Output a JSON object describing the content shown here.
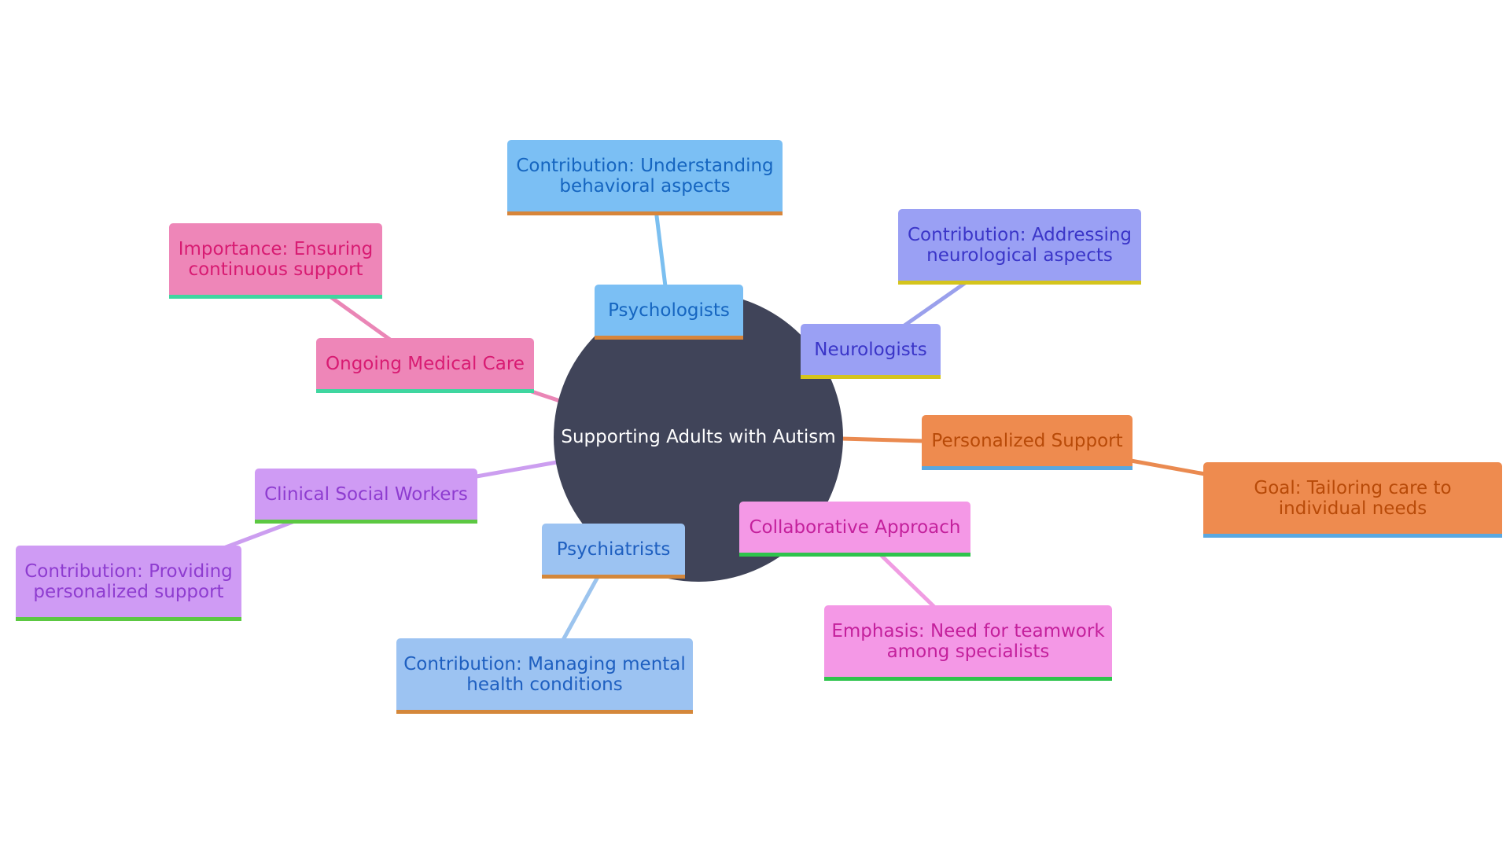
{
  "center": {
    "label": "Supporting Adults with Autism",
    "color": "#404459"
  },
  "branches": {
    "psychologists": {
      "label": "Psychologists",
      "detail": "Contribution: Understanding behavioral aspects",
      "fill": "#7bbff4",
      "text": "#1565c0",
      "edge": "#7bbff0",
      "underline": "#d7853a"
    },
    "neurologists": {
      "label": "Neurologists",
      "detail": "Contribution: Addressing neurological aspects",
      "fill": "#9aa0f4",
      "text": "#3a35c8",
      "edge": "#9aa0ec",
      "underline": "#d4c41d"
    },
    "ongoing": {
      "label": "Ongoing Medical Care",
      "detail": "Importance: Ensuring continuous support",
      "fill": "#ee86b8",
      "text": "#d81b72",
      "edge": "#ea86b6",
      "underline": "#3fd6a0"
    },
    "personalized": {
      "label": "Personalized Support",
      "detail": "Goal: Tailoring care to individual needs",
      "fill": "#ee8b4f",
      "text": "#b84a08",
      "edge": "#ea8a50",
      "underline": "#5aa8e0"
    },
    "social": {
      "label": "Clinical Social Workers",
      "detail": "Contribution: Providing personalized support",
      "fill": "#cf9bf4",
      "text": "#8e3cd0",
      "edge": "#cc9ef0",
      "underline": "#5cc842"
    },
    "psychiatrists": {
      "label": "Psychiatrists",
      "detail": "Contribution: Managing mental health conditions",
      "fill": "#9cc3f2",
      "text": "#1e5fc0",
      "edge": "#9cc4ee",
      "underline": "#d4873a"
    },
    "collaborative": {
      "label": "Collaborative Approach",
      "detail": "Emphasis: Need for teamwork among specialists",
      "fill": "#f498e6",
      "text": "#c4209c",
      "edge": "#f09ce2",
      "underline": "#2ec44c"
    }
  }
}
